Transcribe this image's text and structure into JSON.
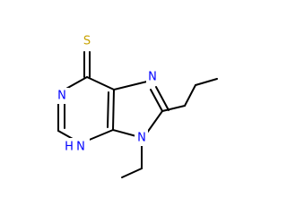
{
  "molecule": {
    "atoms": {
      "sulfur": "S",
      "n1": "N",
      "n3_h": "H",
      "n3": "N",
      "n7": "N",
      "n9": "N"
    },
    "colors": {
      "bond": "#000000",
      "nitrogen": "#0000ff",
      "sulfur": "#c8a200"
    }
  }
}
